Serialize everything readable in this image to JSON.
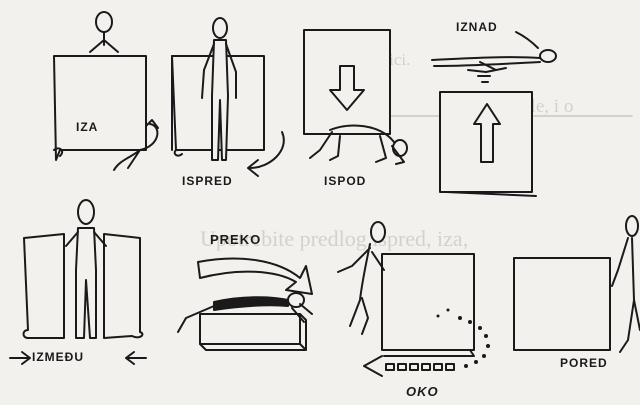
{
  "bleed_text": {
    "line1": "a slici.",
    "line2": "(gore, dole, i o",
    "line3": "Upotrebite predlog ispred, iza,"
  },
  "labels": {
    "iza": "IZA",
    "ispred": "ISPRED",
    "ispod": "ISPOD",
    "iznad": "IZNAD",
    "preko": "PREKO",
    "izmedju": "IZMEĐU",
    "oko": "OKO",
    "pored": "PORED"
  }
}
